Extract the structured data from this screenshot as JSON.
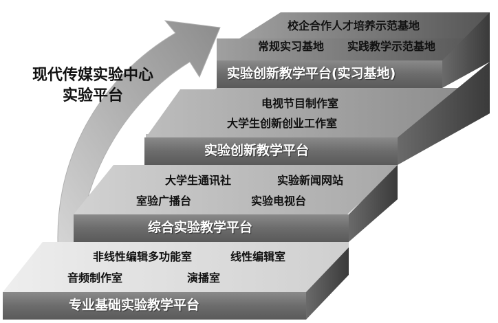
{
  "center": {
    "line1": "现代传媒实验中心",
    "line2": "实验平台"
  },
  "levels": [
    {
      "platform": "专业基础实验教学平台",
      "row1": [
        "非线性编辑多功能室",
        "线性编辑室"
      ],
      "row2": [
        "音频制作室",
        "演播室"
      ]
    },
    {
      "platform": "综合实验教学平台",
      "row1": [
        "大学生通讯社",
        "实验新闻网站"
      ],
      "row2": [
        "室验广播台",
        "实验电视台"
      ]
    },
    {
      "platform": "实验创新教学平台",
      "row1": [
        "电视节目制作室"
      ],
      "row2": [
        "大学生创新创业工作室"
      ]
    },
    {
      "platform": "实验创新教学平台(实习基地)",
      "row1": [
        "校企合作人才培养示范基地"
      ],
      "row2": [
        "常规实习基地",
        "实践教学示范基地"
      ]
    }
  ],
  "colors": {
    "platform_bar": "#6f6f6f",
    "arrow": "#9a9a9a"
  }
}
